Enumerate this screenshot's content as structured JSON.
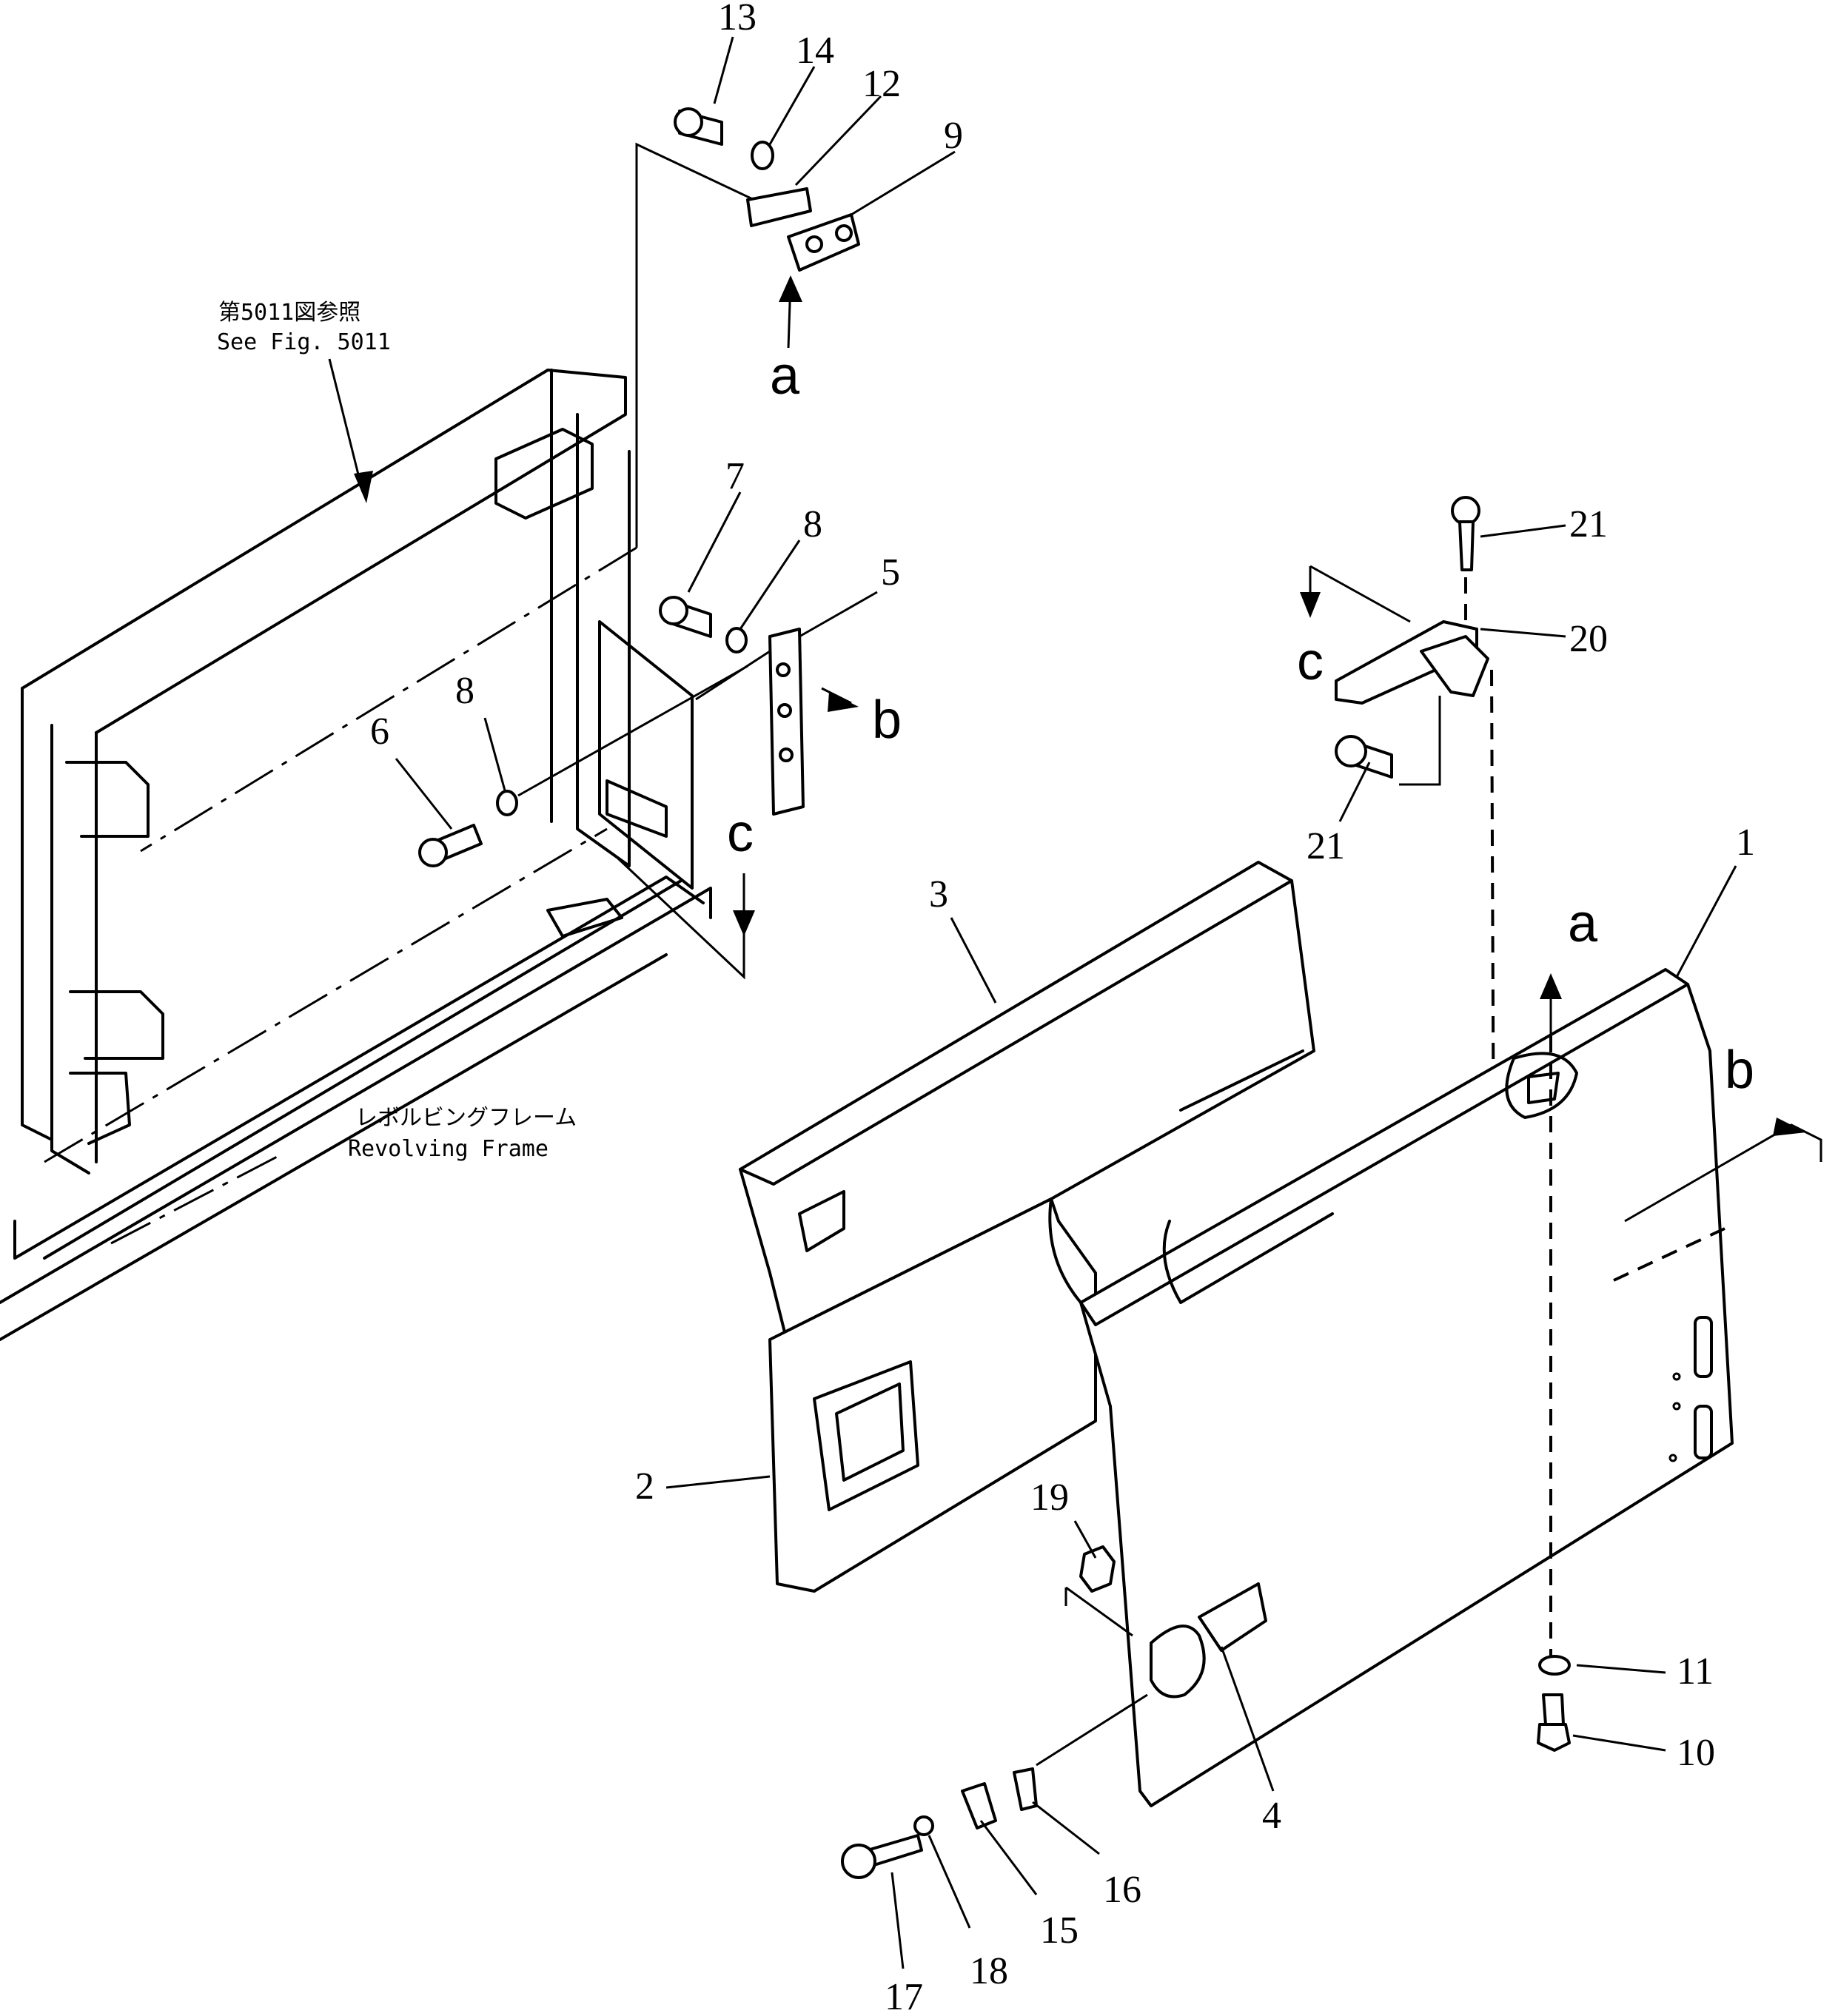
{
  "notes": {
    "see_fig_jp": "第5011図参照",
    "see_fig_en": "See Fig. 5011",
    "frame_jp": "レボルビングフレーム",
    "frame_en": "Revolving Frame"
  },
  "view_markers": [
    "a",
    "b",
    "c",
    "a",
    "b",
    "c"
  ],
  "callouts": [
    "13",
    "14",
    "12",
    "9",
    "7",
    "8",
    "5",
    "8",
    "6",
    "21",
    "20",
    "21",
    "1",
    "3",
    "2",
    "19",
    "4",
    "11",
    "10",
    "16",
    "15",
    "18",
    "17"
  ]
}
